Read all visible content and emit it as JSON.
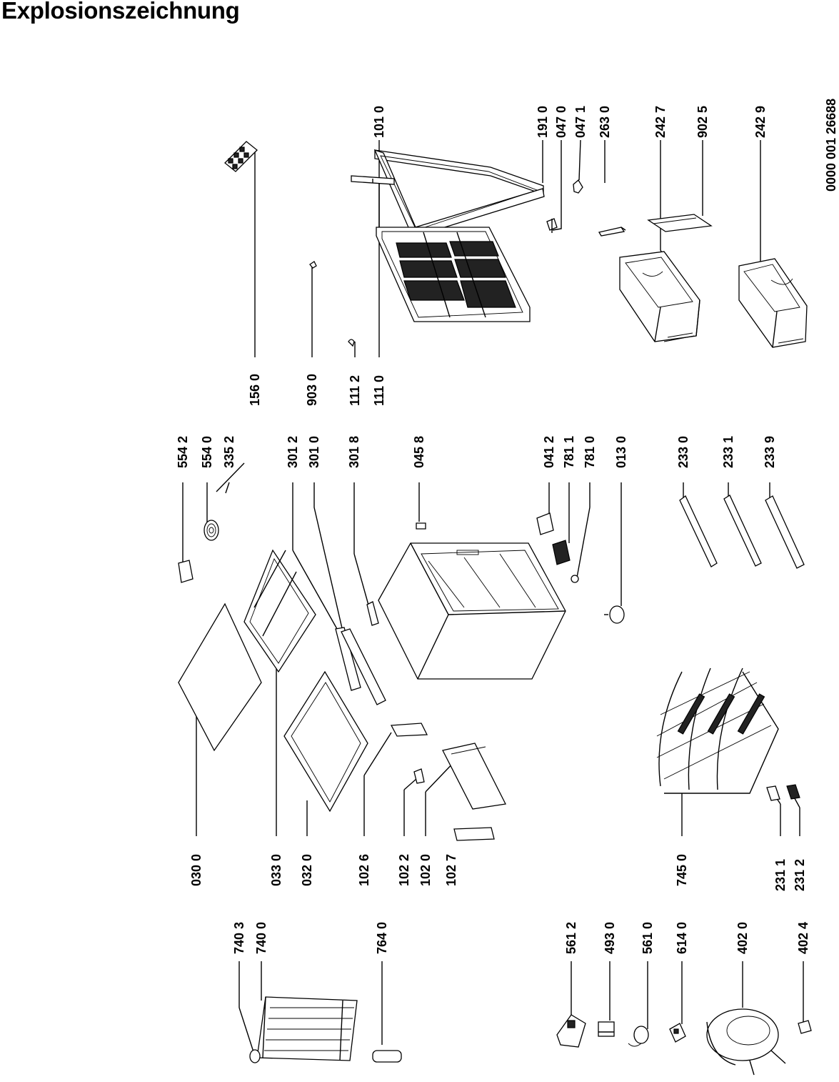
{
  "title": "Explosionszeichnung",
  "document_number": "0000 001 26688",
  "labels": [
    {
      "id": "101-0",
      "text": "101 0"
    },
    {
      "id": "191-0",
      "text": "191 0"
    },
    {
      "id": "047-0",
      "text": "047 0"
    },
    {
      "id": "047-1",
      "text": "047 1"
    },
    {
      "id": "263-0",
      "text": "263 0"
    },
    {
      "id": "242-7",
      "text": "242 7"
    },
    {
      "id": "902-5",
      "text": "902 5"
    },
    {
      "id": "242-9",
      "text": "242 9"
    },
    {
      "id": "156-0",
      "text": "156 0"
    },
    {
      "id": "903-0",
      "text": "903 0"
    },
    {
      "id": "111-2",
      "text": "111 2"
    },
    {
      "id": "111-0",
      "text": "111 0"
    },
    {
      "id": "554-2",
      "text": "554 2"
    },
    {
      "id": "554-0",
      "text": "554 0"
    },
    {
      "id": "335-2",
      "text": "335 2"
    },
    {
      "id": "301-2",
      "text": "301 2"
    },
    {
      "id": "301-0",
      "text": "301 0"
    },
    {
      "id": "301-8",
      "text": "301 8"
    },
    {
      "id": "045-8",
      "text": "045 8"
    },
    {
      "id": "041-2",
      "text": "041 2"
    },
    {
      "id": "781-1",
      "text": "781 1"
    },
    {
      "id": "781-0",
      "text": "781 0"
    },
    {
      "id": "013-0",
      "text": "013 0"
    },
    {
      "id": "233-0",
      "text": "233 0"
    },
    {
      "id": "233-1",
      "text": "233 1"
    },
    {
      "id": "233-9",
      "text": "233 9"
    },
    {
      "id": "030-0",
      "text": "030 0"
    },
    {
      "id": "033-0",
      "text": "033 0"
    },
    {
      "id": "032-0",
      "text": "032 0"
    },
    {
      "id": "102-6",
      "text": "102 6"
    },
    {
      "id": "102-2",
      "text": "102 2"
    },
    {
      "id": "102-0",
      "text": "102 0"
    },
    {
      "id": "102-7",
      "text": "102 7"
    },
    {
      "id": "745-0",
      "text": "745 0"
    },
    {
      "id": "231-1",
      "text": "231 1"
    },
    {
      "id": "231-2",
      "text": "231 2"
    },
    {
      "id": "740-3",
      "text": "740 3"
    },
    {
      "id": "740-0",
      "text": "740 0"
    },
    {
      "id": "764-0",
      "text": "764 0"
    },
    {
      "id": "561-2",
      "text": "561 2"
    },
    {
      "id": "493-0",
      "text": "493 0"
    },
    {
      "id": "561-0",
      "text": "561 0"
    },
    {
      "id": "614-0",
      "text": "614 0"
    },
    {
      "id": "402-0",
      "text": "402 0"
    },
    {
      "id": "402-4",
      "text": "402 4"
    }
  ]
}
